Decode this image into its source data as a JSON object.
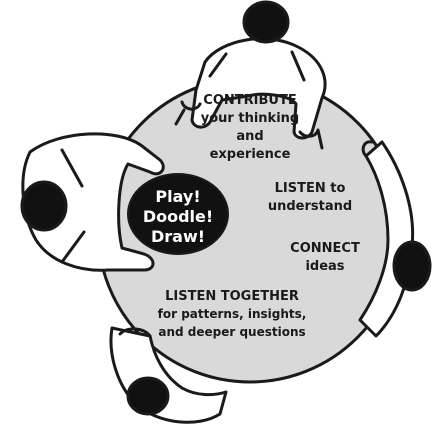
{
  "colors": {
    "ink": "#1a1a1a",
    "table_fill": "#d9d9d9",
    "badge_fill": "#111111",
    "background": "#ffffff"
  },
  "center_badge": {
    "line1": "Play!",
    "line2": "Doodle!",
    "line3": "Draw!"
  },
  "contribute": {
    "line1": "CONTRIBUTE",
    "line2": "your thinking",
    "line3": "and",
    "line4": "experience"
  },
  "listen": {
    "line1": "LISTEN to",
    "line2": "understand"
  },
  "connect": {
    "line1": "CONNECT",
    "line2": "ideas"
  },
  "listen_together": {
    "line1": "LISTEN TOGETHER",
    "line2": "for patterns, insights,",
    "line3": "and deeper questions"
  },
  "people": [
    {
      "icon": "person-top-icon"
    },
    {
      "icon": "person-left-icon"
    },
    {
      "icon": "person-right-icon"
    },
    {
      "icon": "person-bottom-icon"
    }
  ]
}
